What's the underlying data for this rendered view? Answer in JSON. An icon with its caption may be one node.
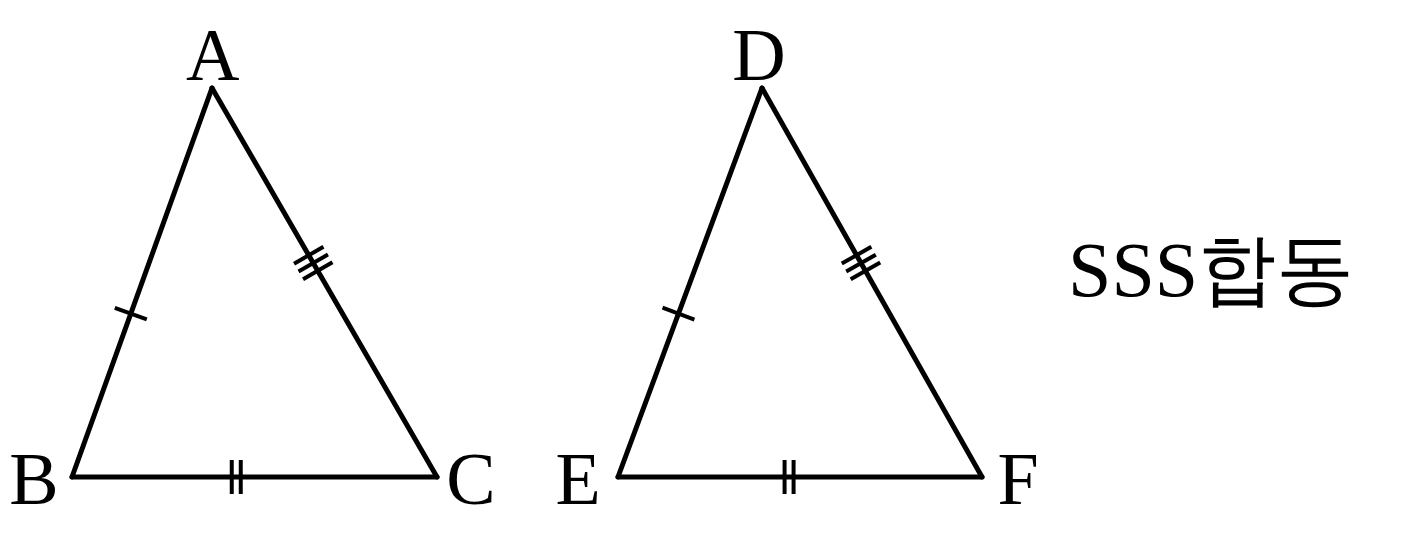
{
  "diagram": {
    "nodes": [
      {
        "text": [
          "A"
        ]
      },
      {
        "text": [
          "B"
        ]
      },
      {
        "text": [
          "C"
        ]
      },
      {
        "text": [
          "D"
        ]
      },
      {
        "text": [
          "E"
        ]
      },
      {
        "text": [
          "F"
        ]
      }
    ],
    "edges": [
      {
        "from": 0,
        "to": 1,
        "arrow": "none"
      },
      {
        "from": 1,
        "to": 2,
        "arrow": "none"
      },
      {
        "from": 2,
        "to": 0,
        "arrow": "none"
      },
      {
        "from": 3,
        "to": 4,
        "arrow": "none"
      },
      {
        "from": 4,
        "to": 5,
        "arrow": "none"
      },
      {
        "from": 5,
        "to": 3,
        "arrow": "none"
      }
    ],
    "labels": [
      "SSS합동"
    ]
  }
}
